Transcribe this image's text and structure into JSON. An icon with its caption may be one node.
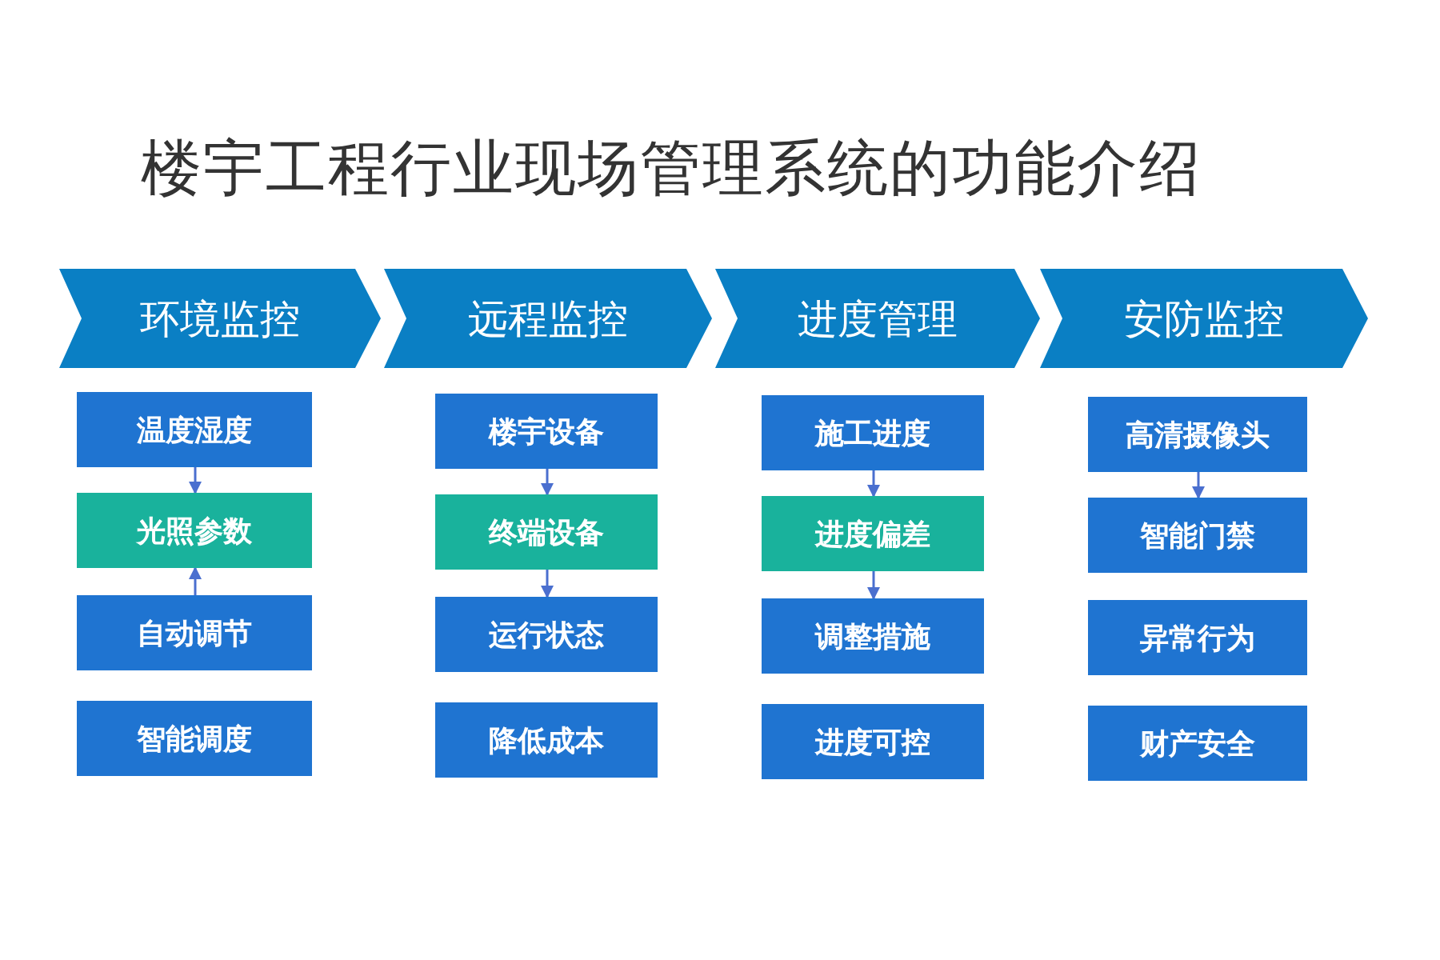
{
  "diagram": {
    "title": "楼宇工程行业现场管理系统的功能介绍",
    "nodes": [
      {
        "text": [
          "环境监控"
        ]
      },
      {
        "text": [
          "远程监控"
        ]
      },
      {
        "text": [
          "进度管理"
        ]
      },
      {
        "text": [
          "安防监控"
        ]
      },
      {
        "text": [
          "温度湿度"
        ]
      },
      {
        "text": [
          "光照参数"
        ]
      },
      {
        "text": [
          "自动调节"
        ]
      },
      {
        "text": [
          "智能调度"
        ]
      },
      {
        "text": [
          "楼宇设备"
        ]
      },
      {
        "text": [
          "终端设备"
        ]
      },
      {
        "text": [
          "运行状态"
        ]
      },
      {
        "text": [
          "降低成本"
        ]
      },
      {
        "text": [
          "施工进度"
        ]
      },
      {
        "text": [
          "进度偏差"
        ]
      },
      {
        "text": [
          "调整措施"
        ]
      },
      {
        "text": [
          "进度可控"
        ]
      },
      {
        "text": [
          "高清摄像头"
        ]
      },
      {
        "text": [
          "智能门禁"
        ]
      },
      {
        "text": [
          "异常行为"
        ]
      },
      {
        "text": [
          "财产安全"
        ]
      }
    ],
    "edges": [
      {
        "from": 4,
        "to": 5,
        "arrow": "to"
      },
      {
        "from": 6,
        "to": 5,
        "arrow": "to"
      },
      {
        "from": 8,
        "to": 9,
        "arrow": "to"
      },
      {
        "from": 9,
        "to": 10,
        "arrow": "to"
      },
      {
        "from": 12,
        "to": 13,
        "arrow": "to"
      },
      {
        "from": 13,
        "to": 14,
        "arrow": "to"
      },
      {
        "from": 16,
        "to": 17,
        "arrow": "to"
      }
    ]
  }
}
